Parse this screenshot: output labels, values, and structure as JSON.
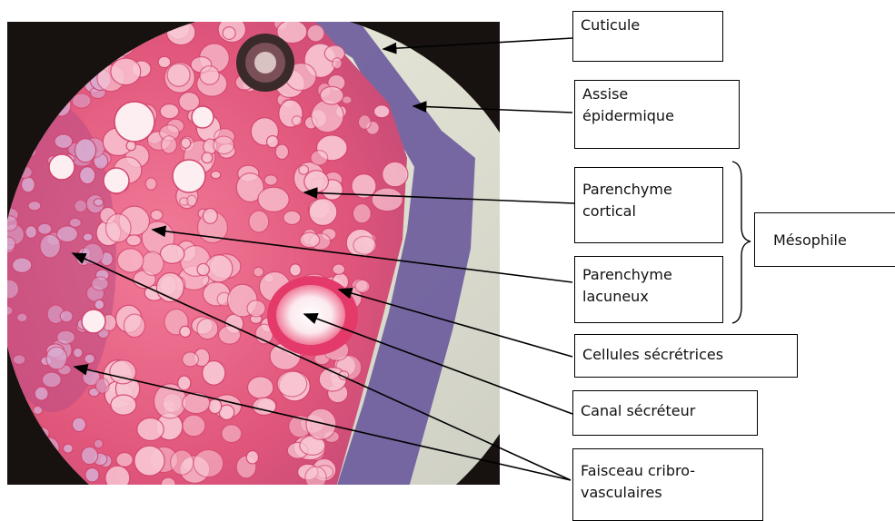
{
  "labels": {
    "cuticule": "Cuticule",
    "assise": "Assise\népidermique",
    "parenchyme_cortical": "Parenchyme\ncortical",
    "parenchyme_lacuneux": "Parenchyme\nlacuneux",
    "cellules": "Cellules sécrétrices",
    "canal": "Canal sécréteur",
    "faisceau": "Faisceau  cribro-\nvasculaires",
    "mesophile": "Mésophile"
  },
  "colors": {
    "tissue": "#e8577a",
    "epidermis": "#6e5a9a",
    "background_dark": "#1a1410",
    "background_light": "#e4e4d4"
  }
}
